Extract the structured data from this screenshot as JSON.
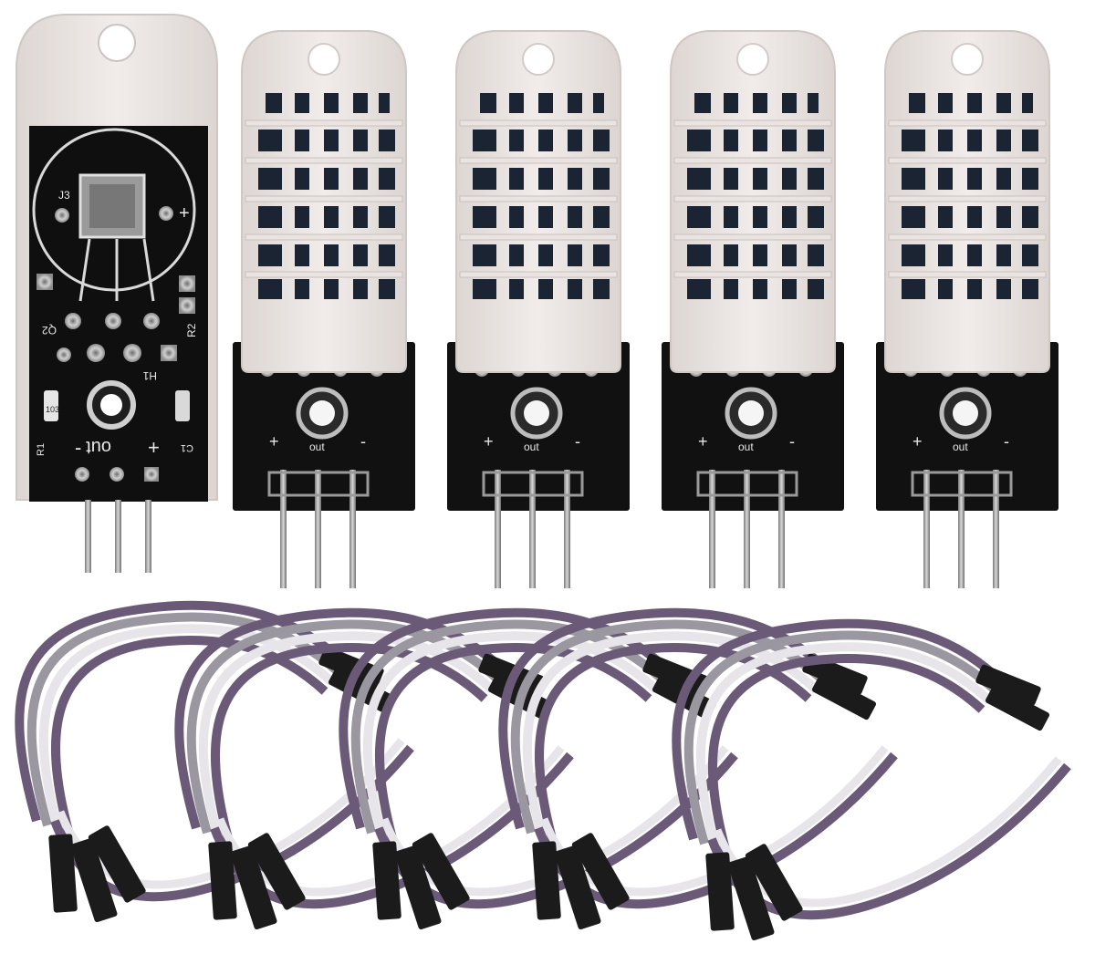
{
  "colors": {
    "background": "#ffffff",
    "housing": "#ede8e6",
    "housing_shadow": "#d8d0cd",
    "pcb": "#111111",
    "silkscreen": "#e8e8e8",
    "pad": "#b9b9b9",
    "cable_purple": "#6a5a78",
    "cable_grey": "#9a97a0",
    "cable_white": "#e7e5ea",
    "connector": "#1b1b1b"
  },
  "silkscreen_labels": {
    "j3": "J3",
    "plus": "+",
    "minus": "-",
    "q2": "Q2",
    "r2": "R2",
    "r1": "R1",
    "r3": "103",
    "c1": "C1",
    "h1": "H1",
    "out": "out"
  },
  "module_labels": {
    "plus": "+",
    "out": "out",
    "minus": "-"
  }
}
